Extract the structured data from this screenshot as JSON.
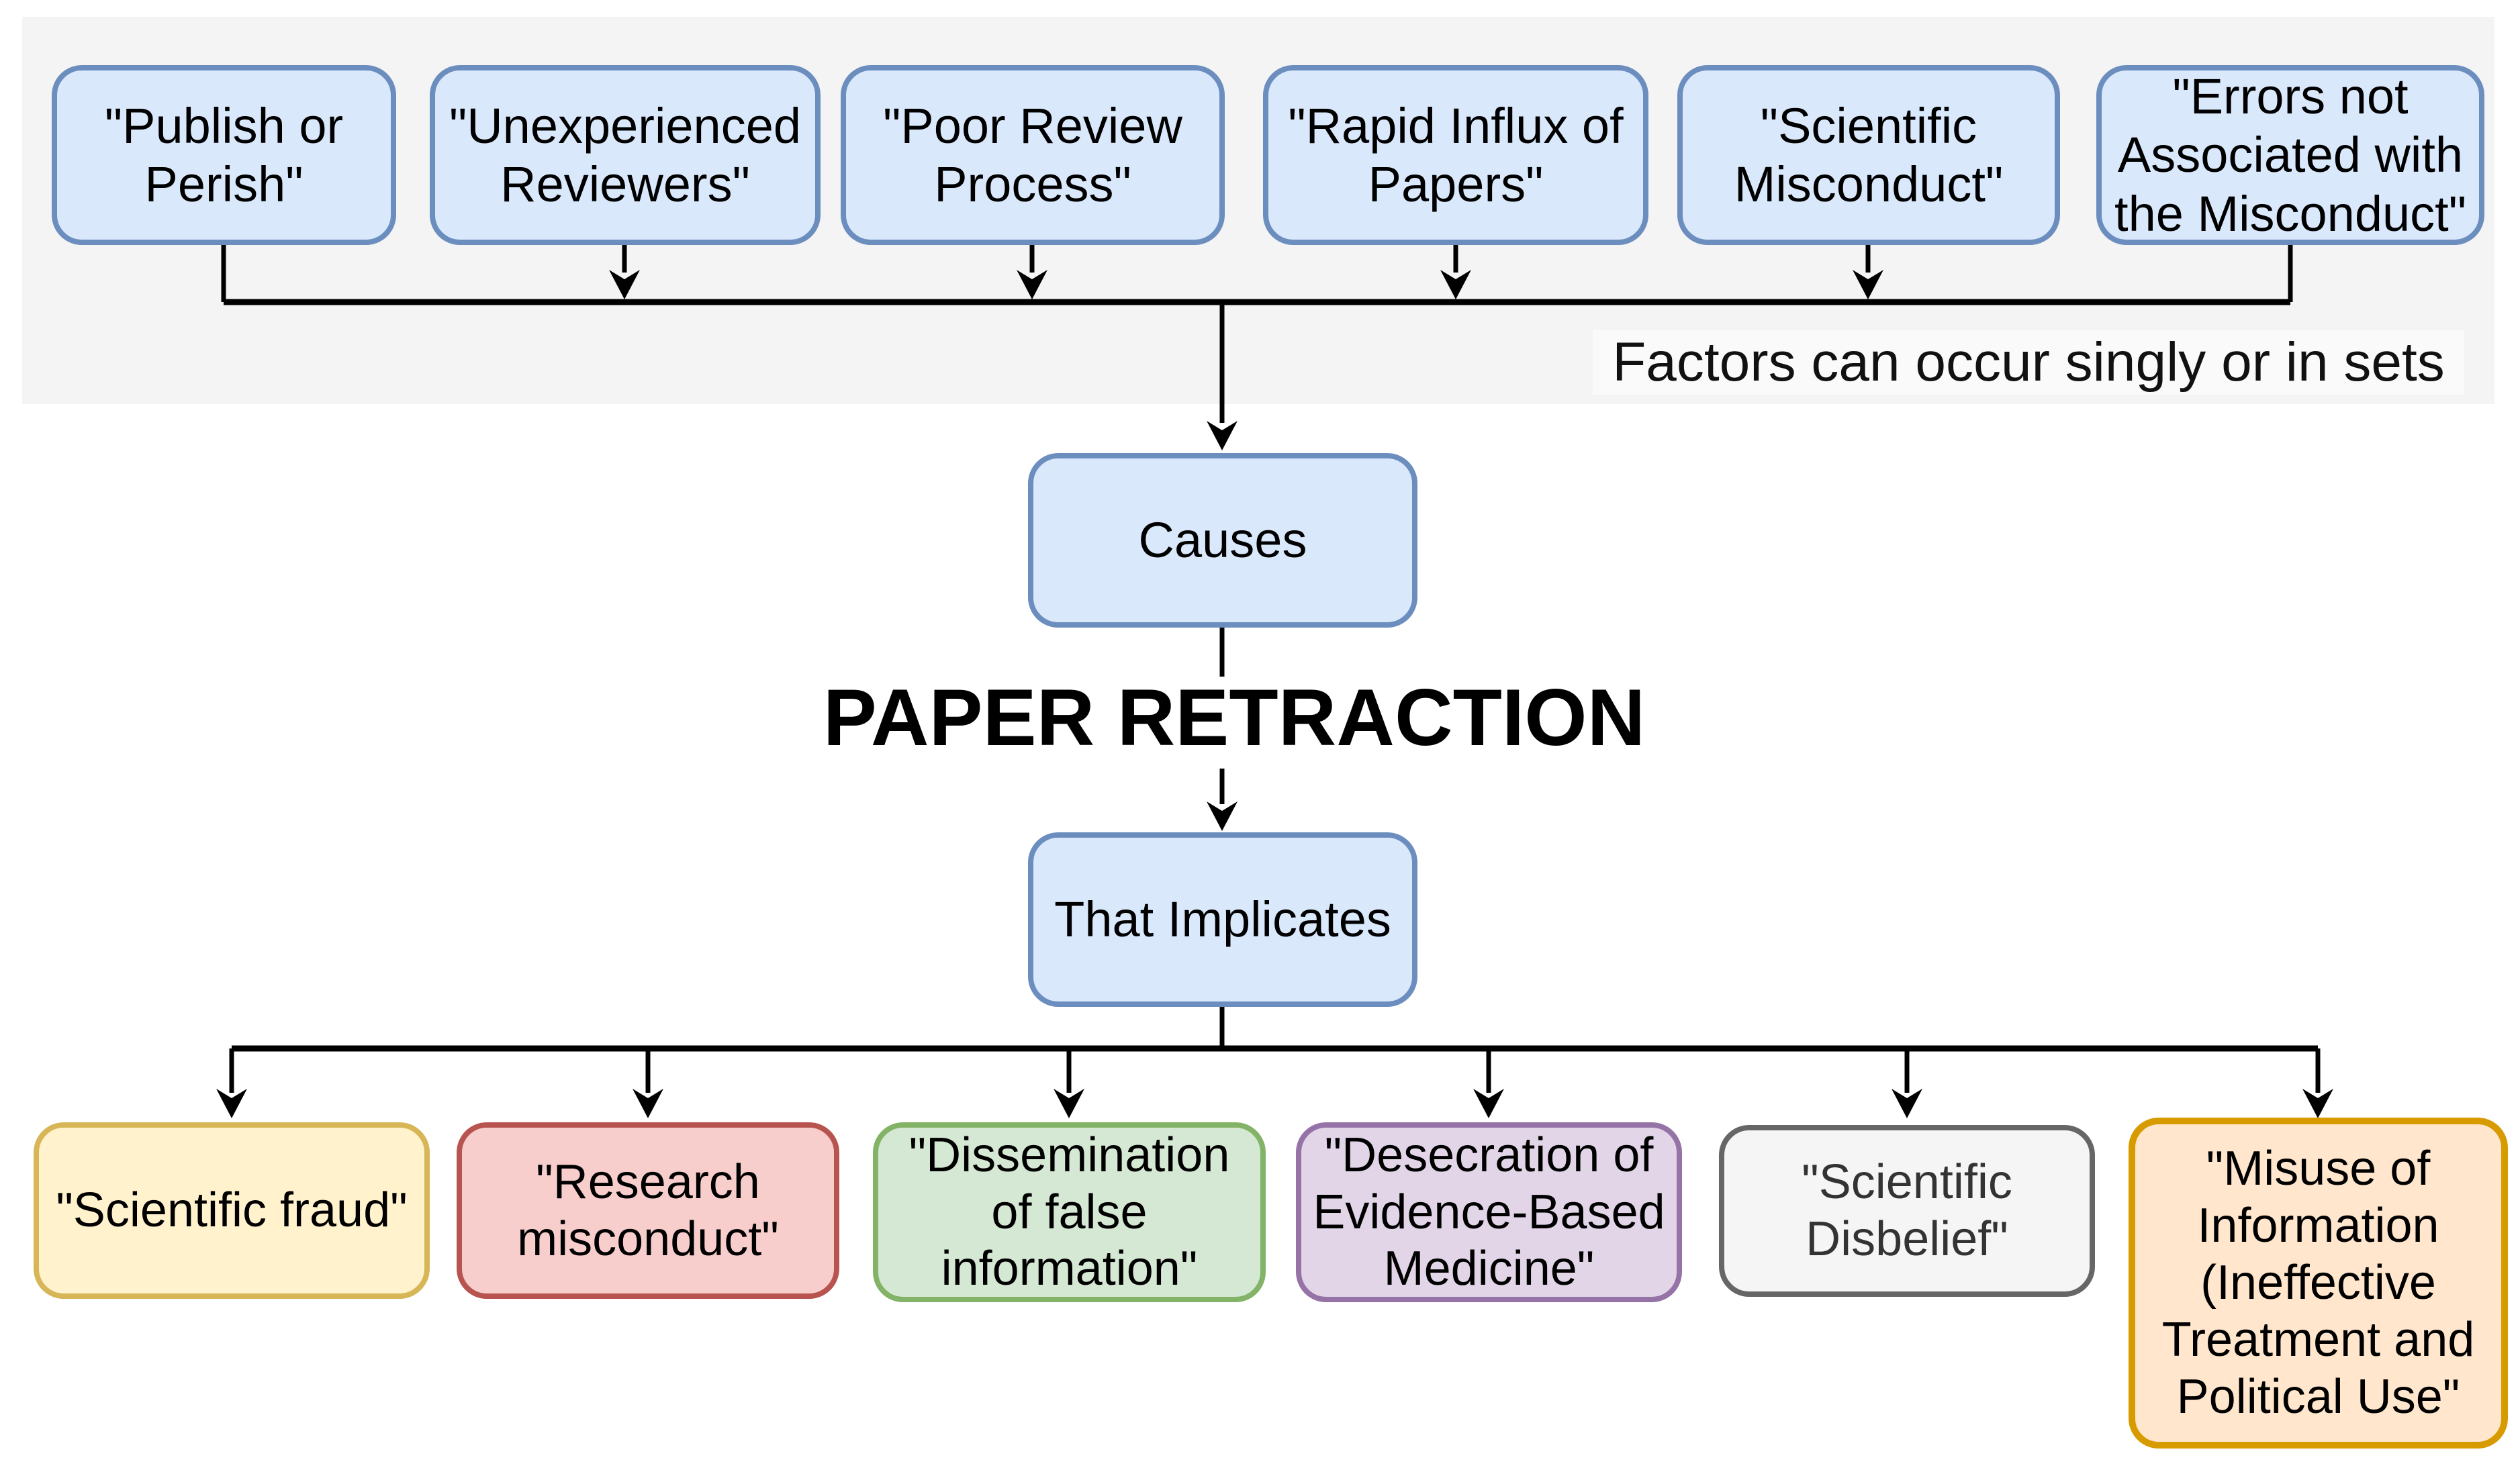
{
  "diagram_title": "PAPER RETRACTION",
  "annotation": "Factors can occur singly or in sets",
  "causes": {
    "label": "Causes"
  },
  "implicates": {
    "label": "That Implicates"
  },
  "factors": [
    {
      "label": "\"Publish or Perish\""
    },
    {
      "label": "\"Unexperienced Reviewers\""
    },
    {
      "label": "\"Poor Review Process\""
    },
    {
      "label": "\"Rapid Influx of Papers\""
    },
    {
      "label": "\"Scientific Misconduct\""
    },
    {
      "label": "\"Errors not Associated with the Misconduct\""
    }
  ],
  "implications": [
    {
      "label": "\"Scientific fraud\"",
      "color": "yellow"
    },
    {
      "label": "\"Research misconduct\"",
      "color": "red"
    },
    {
      "label": "\"Dissemination of false information\"",
      "color": "green"
    },
    {
      "label": "\"Desecration of Evidence-Based Medicine\"",
      "color": "purple"
    },
    {
      "label": "\"Scientific Disbelief\"",
      "color": "gray"
    },
    {
      "label": "\"Misuse of Information (Ineffective Treatment and Political Use\"",
      "color": "orange"
    }
  ],
  "colors": {
    "blue": {
      "fill": "#DAE8FC",
      "stroke": "#6C8EBF"
    },
    "yellow": {
      "fill": "#FFF2CC",
      "stroke": "#D6B656"
    },
    "red": {
      "fill": "#F8CECC",
      "stroke": "#B85450"
    },
    "green": {
      "fill": "#D5E8D4",
      "stroke": "#82B366"
    },
    "purple": {
      "fill": "#E1D5E7",
      "stroke": "#9673A6"
    },
    "gray": {
      "fill": "#F5F5F5",
      "stroke": "#666666",
      "text": "#333333"
    },
    "orange": {
      "fill": "#FFE6CC",
      "stroke": "#D79B00"
    },
    "connector": "#000000",
    "panel_bg": "#F4F4F4",
    "annotation_bg": "#FAFAFA"
  }
}
